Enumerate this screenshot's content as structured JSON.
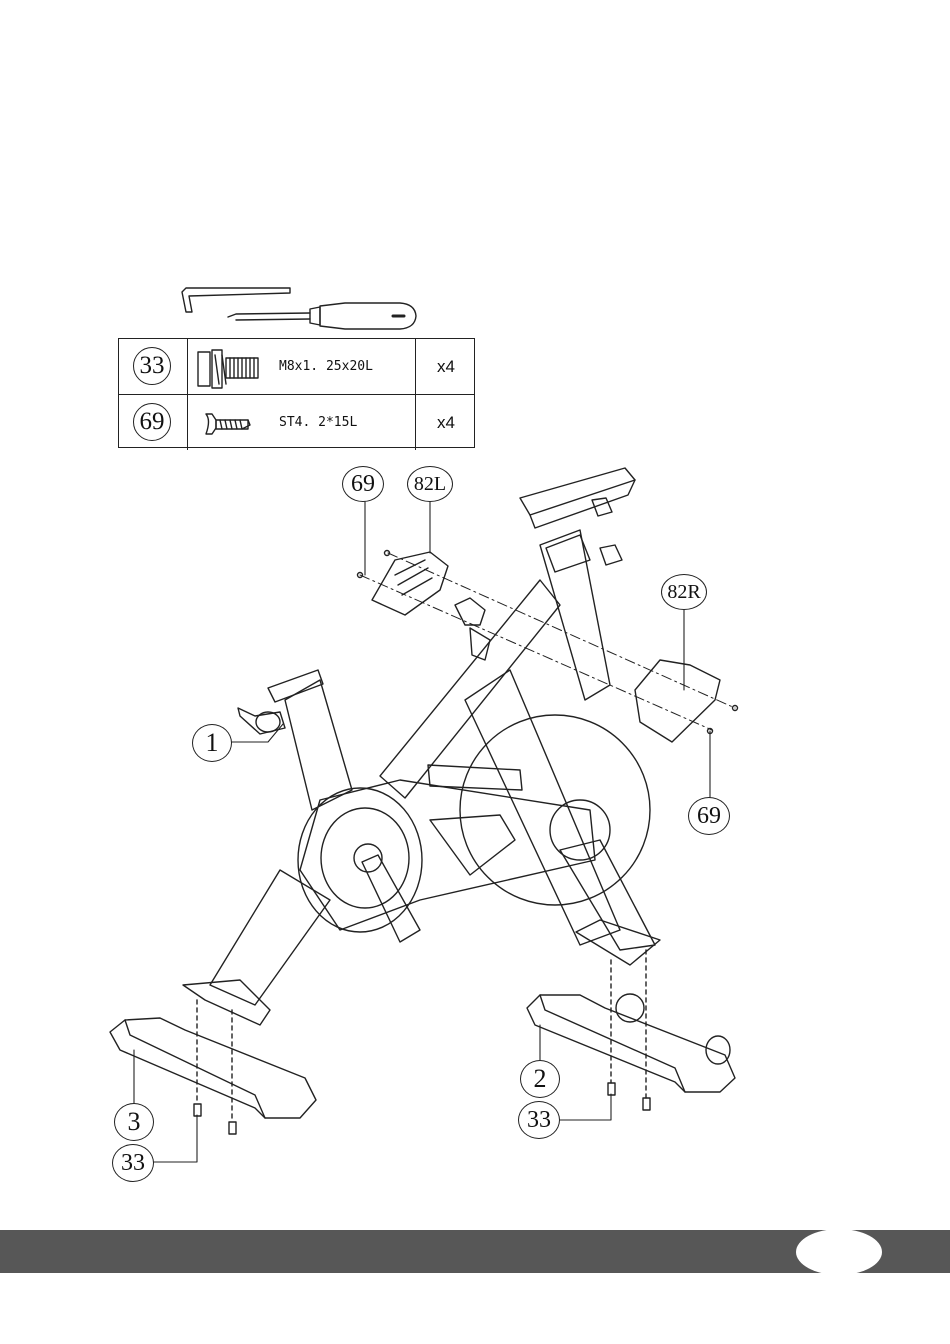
{
  "parts": [
    {
      "number": "33",
      "spec": "M8x1. 25x20L",
      "qty": "x4",
      "icon": "bolt-with-washer-icon"
    },
    {
      "number": "69",
      "spec": "ST4. 2*15L",
      "qty": "x4",
      "icon": "self-tapping-screw-icon"
    }
  ],
  "tools": [
    "allen-key-icon",
    "screwdriver-icon"
  ],
  "callouts": {
    "c69_top": "69",
    "c82l": "82L",
    "c82r": "82R",
    "c69_right": "69",
    "c1": "1",
    "c2": "2",
    "c3": "3",
    "c33_left": "33",
    "c33_right": "33"
  },
  "footer": {
    "color": "#575757"
  }
}
